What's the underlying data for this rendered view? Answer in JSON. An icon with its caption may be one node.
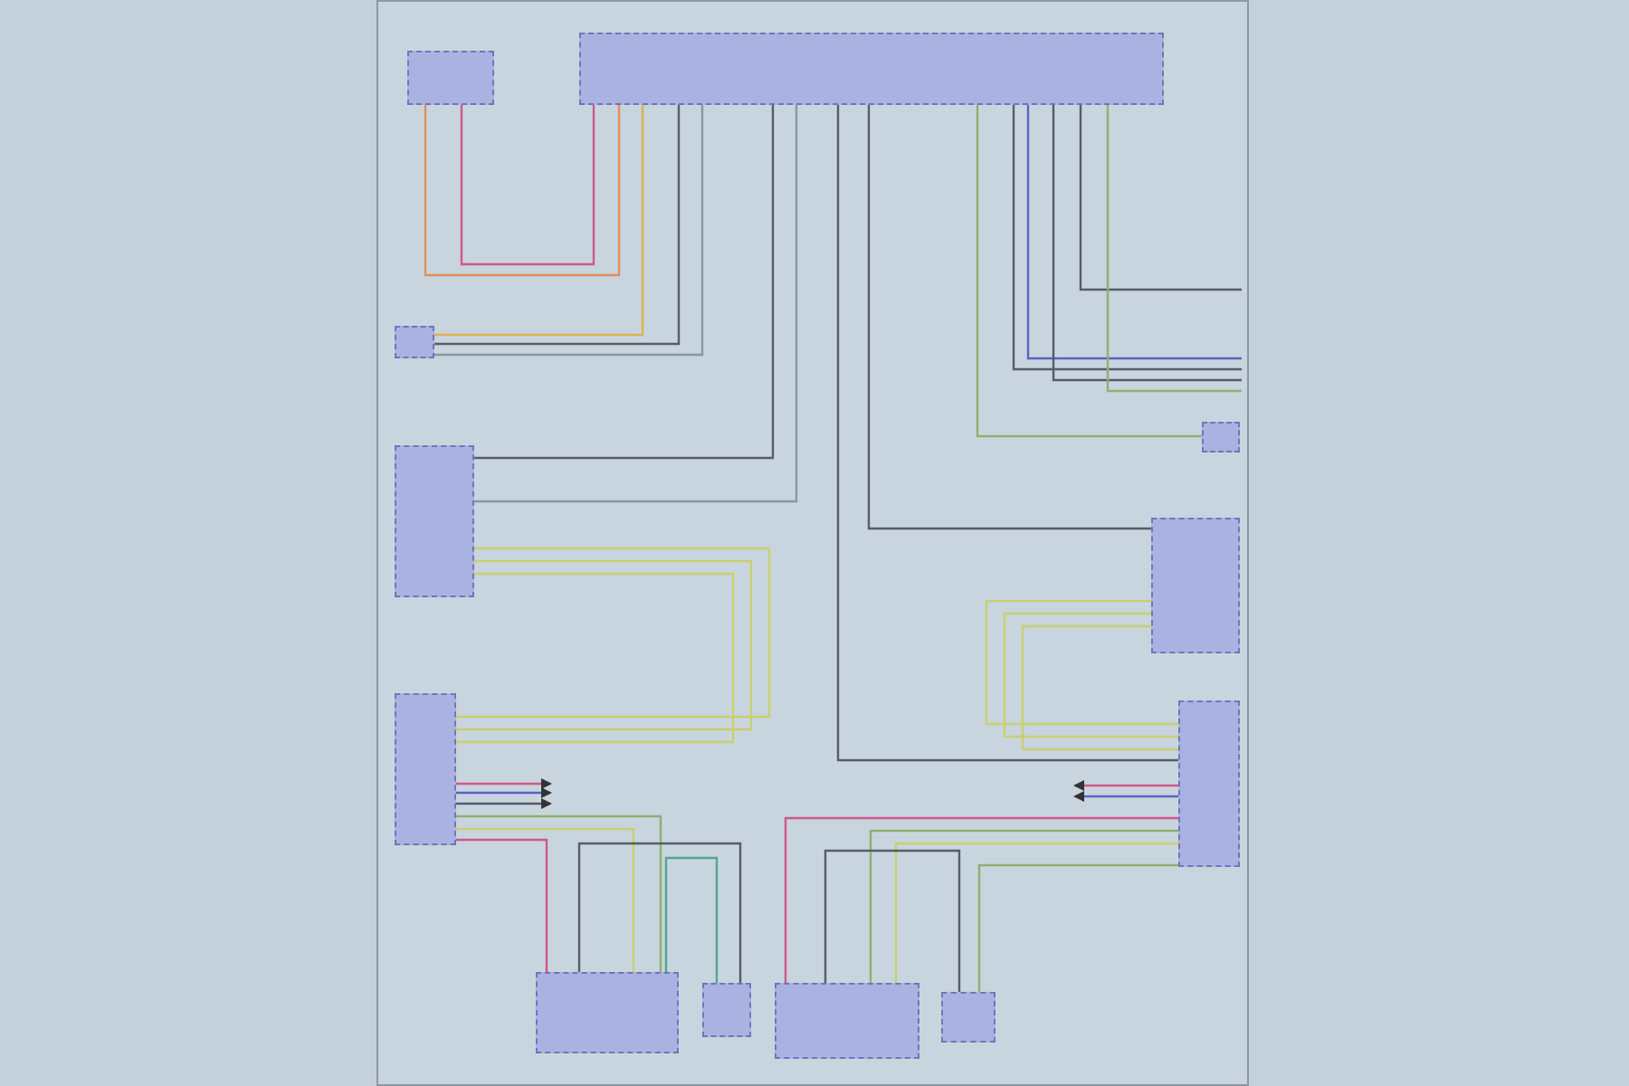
{
  "diagram": {
    "nodes": [
      {
        "text": [],
        "shape": "box"
      },
      {
        "text": [],
        "shape": "box"
      },
      {
        "text": [],
        "shape": "box"
      },
      {
        "text": [],
        "shape": "box"
      },
      {
        "text": [],
        "shape": "box"
      },
      {
        "text": [],
        "shape": "box"
      },
      {
        "text": [],
        "shape": "box"
      },
      {
        "text": [],
        "shape": "box"
      },
      {
        "text": [],
        "shape": "box"
      },
      {
        "text": [],
        "shape": "box"
      },
      {
        "text": [],
        "shape": "box"
      },
      {
        "text": [],
        "shape": "box"
      }
    ],
    "edges": [
      {
        "from": 0,
        "to": 1,
        "arrow": "none",
        "color": "#e0905a"
      },
      {
        "from": 0,
        "to": 1,
        "arrow": "none",
        "color": "#d0578a"
      },
      {
        "from": 1,
        "to": 2,
        "arrow": "none",
        "color": "#e0b050"
      },
      {
        "from": 1,
        "to": 2,
        "arrow": "none"
      },
      {
        "from": 1,
        "to": 2,
        "arrow": "none",
        "color": "#8a96a3"
      },
      {
        "from": 1,
        "to": 3,
        "arrow": "none"
      },
      {
        "from": 1,
        "to": 3,
        "arrow": "none",
        "color": "#8a96a3"
      },
      {
        "from": 3,
        "to": 4,
        "arrow": "none",
        "color": "#c8d070"
      },
      {
        "from": 3,
        "to": 4,
        "arrow": "none",
        "color": "#c8d070"
      },
      {
        "from": 3,
        "to": 4,
        "arrow": "none",
        "color": "#c8d070"
      },
      {
        "from": 1,
        "to": 9,
        "arrow": "none"
      },
      {
        "from": 1,
        "to": 11,
        "arrow": "none",
        "color": "#8fb070"
      },
      {
        "from": 1,
        "to": 10,
        "arrow": "none"
      },
      {
        "from": 10,
        "to": 9,
        "arrow": "none",
        "color": "#c8d070"
      },
      {
        "from": 10,
        "to": 9,
        "arrow": "none",
        "color": "#c8d070"
      },
      {
        "from": 10,
        "to": 9,
        "arrow": "none",
        "color": "#c8d070"
      },
      {
        "from": 4,
        "to": 5,
        "arrow": "none",
        "color": "#d0578a"
      },
      {
        "from": 4,
        "to": 5,
        "arrow": "none",
        "color": "#8fb070"
      },
      {
        "from": 4,
        "to": 5,
        "arrow": "none",
        "color": "#c8d070"
      },
      {
        "from": 5,
        "to": 6,
        "arrow": "none"
      },
      {
        "from": 5,
        "to": 6,
        "arrow": "none",
        "color": "#4fa890"
      },
      {
        "from": 9,
        "to": 7,
        "arrow": "none",
        "color": "#d0578a"
      },
      {
        "from": 9,
        "to": 7,
        "arrow": "none",
        "color": "#8fb070"
      },
      {
        "from": 9,
        "to": 7,
        "arrow": "none",
        "color": "#c8d070"
      },
      {
        "from": 9,
        "to": 8,
        "arrow": "none",
        "color": "#8fb070"
      },
      {
        "from": 7,
        "to": 8,
        "arrow": "none"
      },
      {
        "from": 4,
        "to": null,
        "arrow": "to",
        "color": "#d0578a"
      },
      {
        "from": 4,
        "to": null,
        "arrow": "to",
        "color": "#5a63c8"
      },
      {
        "from": 4,
        "to": null,
        "arrow": "to"
      },
      {
        "from": 9,
        "to": null,
        "arrow": "to",
        "color": "#d0578a"
      },
      {
        "from": 9,
        "to": null,
        "arrow": "to",
        "color": "#5a63c8"
      },
      {
        "from": 1,
        "to": null,
        "arrow": "none"
      },
      {
        "from": 1,
        "to": null,
        "arrow": "none",
        "color": "#5a63c8"
      },
      {
        "from": 1,
        "to": null,
        "arrow": "none"
      },
      {
        "from": 1,
        "to": null,
        "arrow": "none"
      },
      {
        "from": 1,
        "to": null,
        "arrow": "none",
        "color": "#8fb070"
      }
    ]
  }
}
